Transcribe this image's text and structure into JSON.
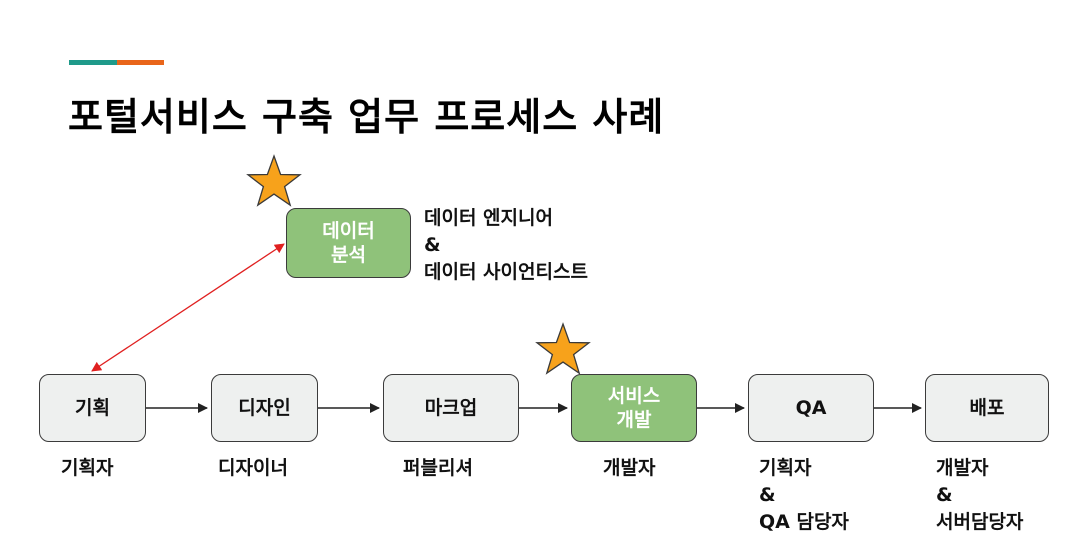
{
  "title": "포털서비스 구축 업무 프로세스 사례",
  "colors": {
    "accent_teal": "#1f9a8a",
    "accent_orange": "#e9651a",
    "node_fill": "#eef0ef",
    "highlight_fill": "#8fc27a",
    "star_fill": "#f7a21b",
    "link_red": "#e02020"
  },
  "nodes": {
    "planning": {
      "label": "기획",
      "role": "기획자"
    },
    "design": {
      "label": "디자인",
      "role": "디자이너"
    },
    "markup": {
      "label": "마크업",
      "role": "퍼블리셔"
    },
    "service_dev": {
      "label": "서비스\n개발",
      "role": "개발자"
    },
    "qa": {
      "label": "QA",
      "role": "기획자\n&\nQA 담당자"
    },
    "deploy": {
      "label": "배포",
      "role": "개발자\n&\n서버담당자"
    },
    "data_analysis": {
      "label": "데이터\n분석",
      "role": "데이터 엔지니어\n&\n데이터 사이언티스트"
    }
  },
  "icons": {
    "star_data": "star-icon",
    "star_service": "star-icon"
  }
}
